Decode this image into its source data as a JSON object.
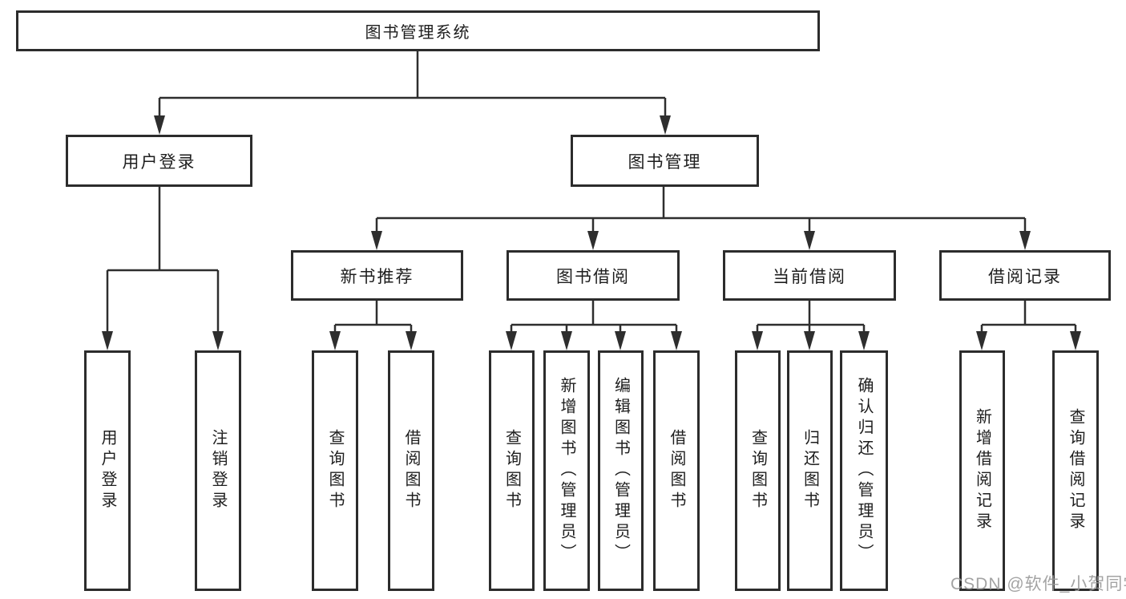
{
  "tree": {
    "root": {
      "label": "图书管理系统"
    },
    "branches": [
      {
        "label": "用户登录",
        "children": [
          {
            "label": "用户登录"
          },
          {
            "label": "注销登录"
          }
        ]
      },
      {
        "label": "图书管理",
        "children": [
          {
            "label": "新书推荐",
            "children": [
              {
                "label": "查询图书"
              },
              {
                "label": "借阅图书"
              }
            ]
          },
          {
            "label": "图书借阅",
            "children": [
              {
                "label": "查询图书"
              },
              {
                "label": "新增图书（管理员）"
              },
              {
                "label": "编辑图书（管理员）"
              },
              {
                "label": "借阅图书"
              }
            ]
          },
          {
            "label": "当前借阅",
            "children": [
              {
                "label": "查询图书"
              },
              {
                "label": "归还图书"
              },
              {
                "label": "确认归还（管理员）"
              }
            ]
          },
          {
            "label": "借阅记录",
            "children": [
              {
                "label": "新增借阅记录"
              },
              {
                "label": "查询借阅记录"
              }
            ]
          }
        ]
      }
    ]
  },
  "watermark": {
    "text": "CSDN @软件_小贺同学"
  },
  "colors": {
    "line": "#2e2e2e",
    "border": "#2c2c2c",
    "text": "#1e1e1e",
    "watermark": "#9a9a9a",
    "background": "#ffffff"
  }
}
